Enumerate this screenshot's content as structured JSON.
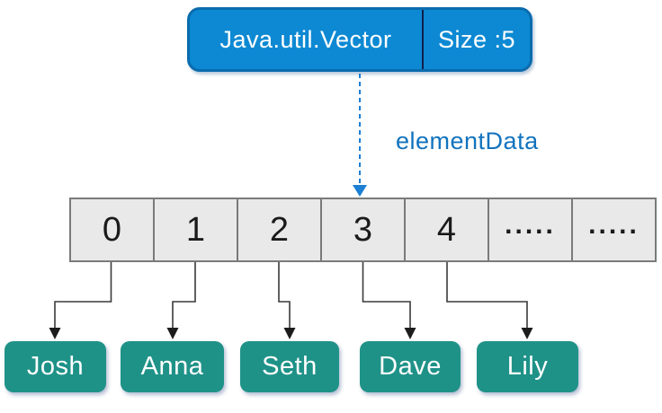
{
  "header": {
    "class_name": "Java.util.Vector",
    "size_label": "Size :5"
  },
  "pointer_label": "elementData",
  "array": {
    "cells": [
      "0",
      "1",
      "2",
      "3",
      "4",
      ".....",
      "....."
    ]
  },
  "values": [
    "Josh",
    "Anna",
    "Seth",
    "Dave",
    "Lily"
  ],
  "colors": {
    "header_fill": "#0d89d3",
    "header_border": "#0a6cae",
    "header_divider": "#10204a",
    "pointer_label_blue": "#1173be",
    "dashed_arrow_blue": "#1b7fd4",
    "cell_fill": "#e9e9e9",
    "cell_border": "#7a7a7a",
    "connector_dark": "#3a3a3a",
    "value_box_teal": "#1f9288",
    "text_on_fill": "#ffffff",
    "cell_text": "#1a1a1a"
  }
}
